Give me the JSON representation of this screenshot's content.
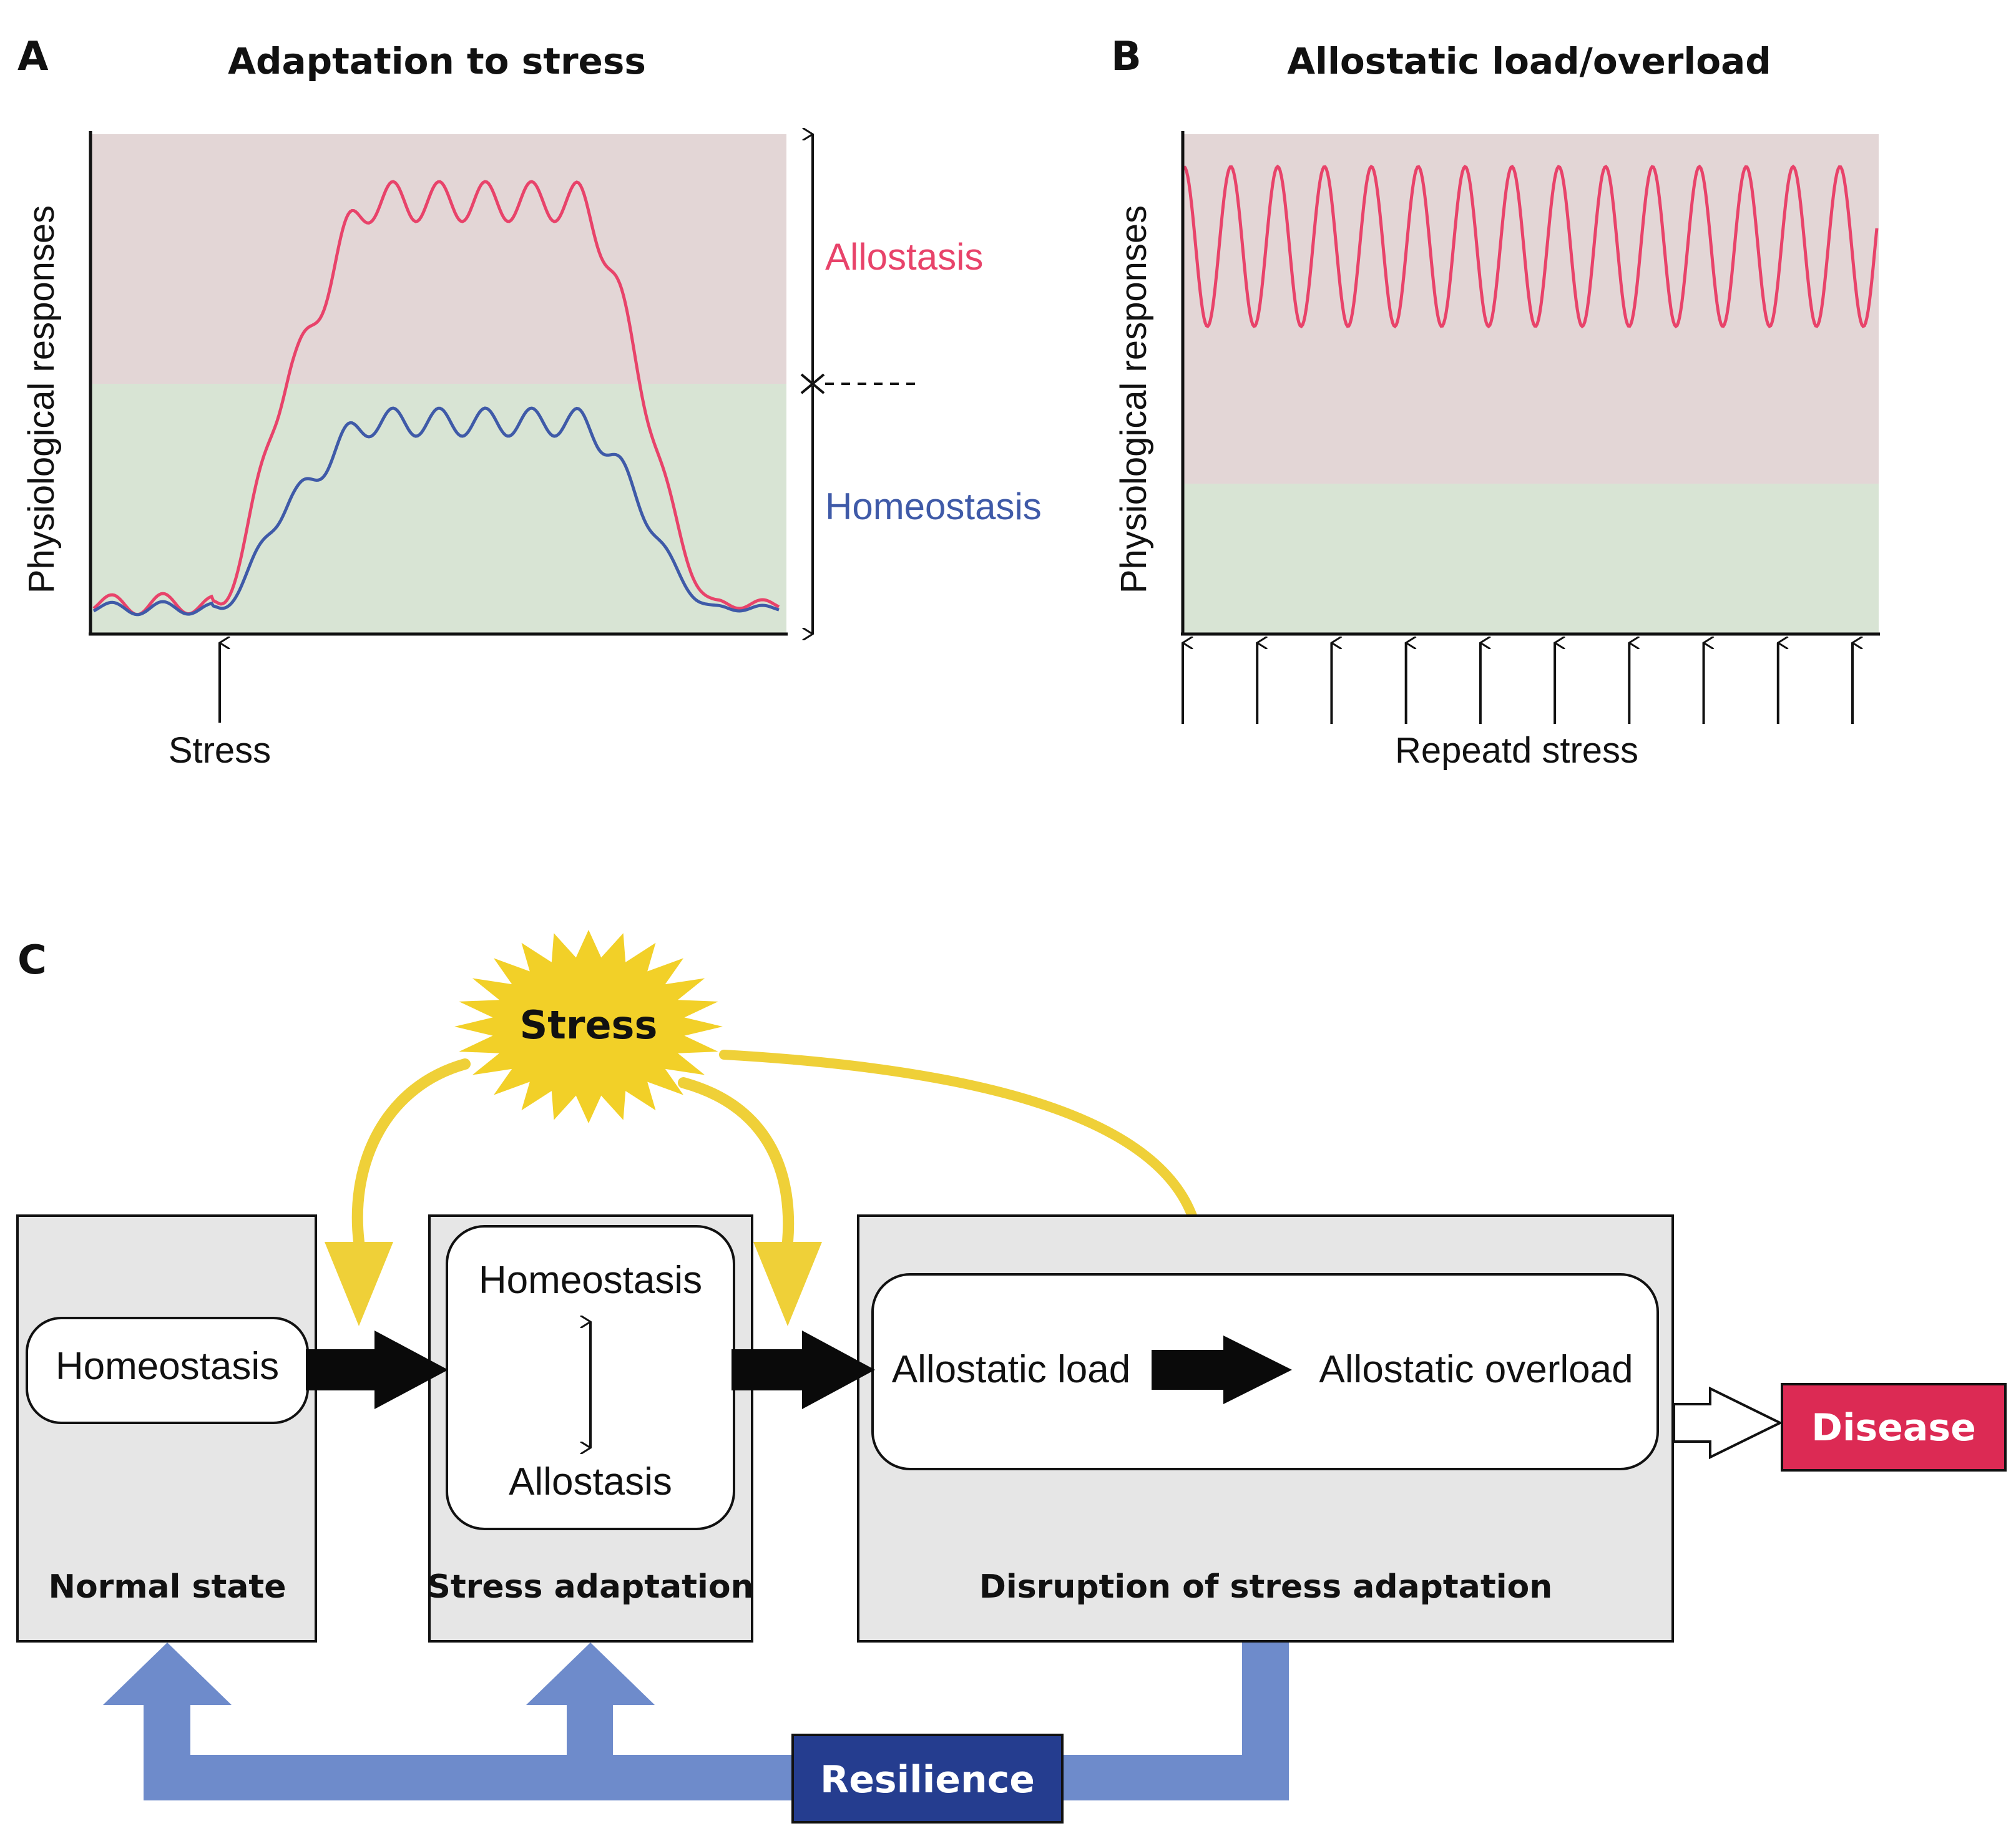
{
  "panel_a": {
    "letter": "A",
    "title": "Adaptation to stress",
    "y_label": "Physiological responses",
    "zones": {
      "upper": "Allostasis",
      "lower": "Homeostasis"
    },
    "stress_label": "Stress"
  },
  "panel_b": {
    "letter": "B",
    "title": "Allostatic load/overload",
    "y_label": "Physiological responses",
    "stress_label": "Repeatd stress",
    "stress_arrow_count": 10,
    "oscillation_cycles": 15
  },
  "panel_c": {
    "letter": "C",
    "stress": "Stress",
    "normal_state": {
      "title": "Normal state",
      "item": "Homeostasis"
    },
    "stress_adaptation": {
      "title": "Stress adaptation",
      "top": "Homeostasis",
      "bottom": "Allostasis"
    },
    "disruption": {
      "title": "Disruption of stress adaptation",
      "from": "Allostatic load",
      "to": "Allostatic overload"
    },
    "disease": "Disease",
    "resilience": "Resilience"
  },
  "colors": {
    "allostasis_zone": "#e3d6d6",
    "homeostasis_zone": "#d8e4d4",
    "allostasis_curve": "#e8436a",
    "homeostasis_curve": "#3f5aa8",
    "allostasis_text": "#e8436a",
    "homeostasis_text": "#3f5aa8",
    "stress_burst": "#f2d028",
    "stress_arrow": "#efd038",
    "box_fill": "#e6e6e6",
    "disease": "#dc2a54",
    "resilience_badge": "#253d8f",
    "resilience_arrow": "#6e8bcb"
  }
}
